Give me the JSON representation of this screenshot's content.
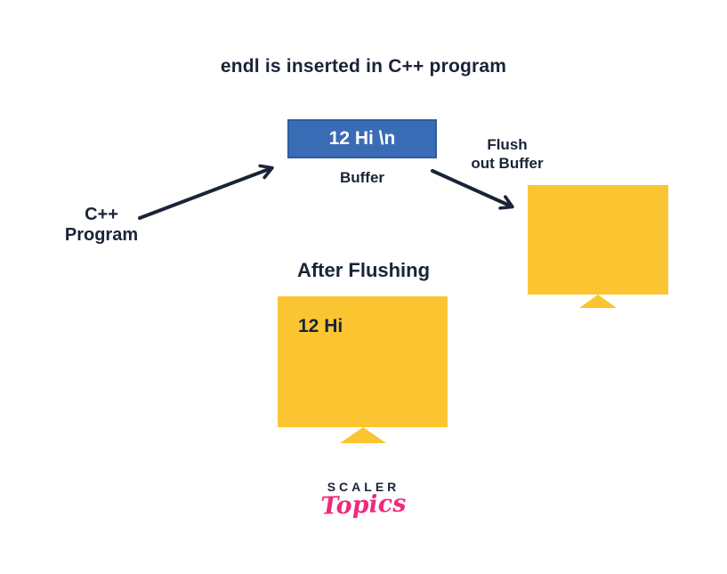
{
  "title": "endl is inserted in C++ program",
  "source": {
    "line1": "C++",
    "line2": "Program"
  },
  "buffer": {
    "content": "12 Hi \\n",
    "label": "Buffer"
  },
  "flush": {
    "line1": "Flush",
    "line2": "out Buffer"
  },
  "after_flushing": {
    "heading": "After Flushing",
    "monitor_content": "12 Hi"
  },
  "logo": {
    "scaler": "SCALER",
    "topics": "Topics"
  },
  "colors": {
    "text_navy": "#1a2438",
    "buffer_fill": "#3a6cb5",
    "buffer_border": "#2d5c9e",
    "buffer_text": "#ffffff",
    "monitor_yellow": "#fbc532",
    "logo_pink": "#ee2a7b"
  }
}
